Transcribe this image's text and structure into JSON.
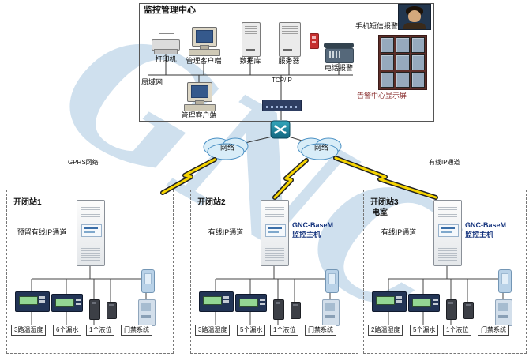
{
  "watermark": "GNC",
  "colors": {
    "watermark_blue": "#8cb6d6",
    "host_label_navy": "#14337d",
    "bolt_yellow": "#f6d400",
    "cloud_fill": "#d8edf8",
    "display_label_red": "#8b3030"
  },
  "center": {
    "title": "监控管理中心",
    "printer_label": "打印机",
    "client1_label": "管理客户端",
    "database_label": "数据库",
    "server_label": "服务器",
    "phone_label": "电话报警",
    "sms_label": "手机短信报警",
    "display_label": "告警中心显示屏",
    "tcpip_label": "TCP/IP",
    "lan_label": "局域网",
    "client2_label": "管理客户端"
  },
  "network": {
    "cloud_left": "网络",
    "cloud_right": "网络",
    "gprs_label": "GPRS网络",
    "wired_label": "有线IP通道"
  },
  "stations": [
    {
      "title": "开闭站1",
      "subtitle": "",
      "channel": "预留有线IP通道",
      "host_line1": "",
      "host_line2": "",
      "sensors": [
        "3路温湿度",
        "6个漏水",
        "1个液位",
        "门禁系统"
      ]
    },
    {
      "title": "开闭站2",
      "subtitle": "",
      "channel": "有线IP通道",
      "host_line1": "GNC-BaseM",
      "host_line2": "监控主机",
      "sensors": [
        "3路温湿度",
        "5个漏水",
        "1个液位",
        "门禁系统"
      ]
    },
    {
      "title": "开闭站3",
      "subtitle": "电室",
      "channel": "有线IP通道",
      "host_line1": "GNC-BaseM",
      "host_line2": "监控主机",
      "sensors": [
        "2路温湿度",
        "5个漏水",
        "1个液位",
        "门禁系统"
      ]
    }
  ]
}
